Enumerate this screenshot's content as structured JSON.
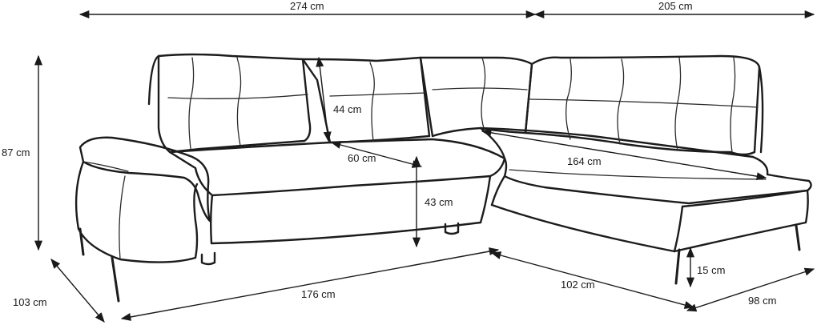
{
  "dimensions": {
    "total_width": "274 cm",
    "chaise_width": "205 cm",
    "height": "87 cm",
    "depth": "103 cm",
    "backrest_height": "44 cm",
    "seat_depth": "60 cm",
    "seat_height": "43 cm",
    "chaise_length": "164 cm",
    "sleeping_length": "176 cm",
    "chaise_front": "102 cm",
    "chaise_depth": "98 cm",
    "leg_height": "15 cm"
  }
}
